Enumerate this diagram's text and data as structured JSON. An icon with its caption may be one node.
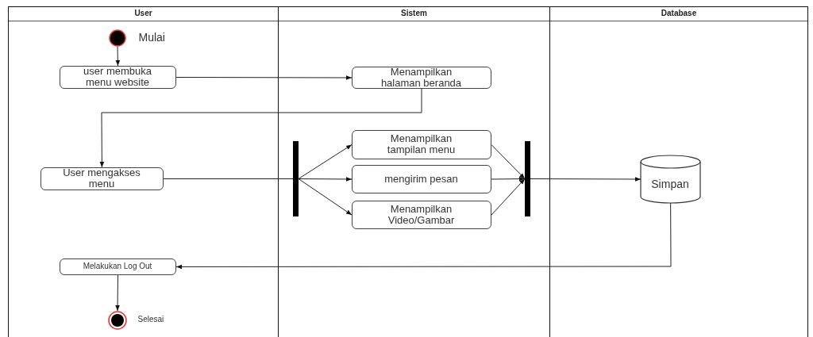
{
  "diagram": {
    "nodes": [
      {
        "text": [
          "User"
        ]
      },
      {
        "text": [
          "Sistem"
        ]
      },
      {
        "text": [
          "Database"
        ]
      },
      {
        "text": [],
        "shape": "circle",
        "in": 0,
        "beside": [
          "Mulai"
        ]
      },
      {
        "text": [
          "user membuka menu website"
        ],
        "in": 0
      },
      {
        "text": [
          "Menampilkan halaman beranda"
        ],
        "in": 1
      },
      {
        "text": [
          "User mengakses menu"
        ],
        "in": 0
      },
      {
        "text": [],
        "shape": "bar",
        "in": 1
      },
      {
        "text": [
          "Menampilkan tampilan menu"
        ],
        "in": 1
      },
      {
        "text": [
          "mengirim pesan"
        ],
        "in": 1
      },
      {
        "text": [
          "Menampilkan Video/Gambar"
        ],
        "in": 1
      },
      {
        "text": [],
        "shape": "bar",
        "in": 1
      },
      {
        "text": [
          "Simpan"
        ],
        "in": 2
      },
      {
        "text": [
          "Melakukan Log Out"
        ],
        "in": 0
      },
      {
        "text": [],
        "shape": "circle",
        "in": 0,
        "beside": [
          "Selesai"
        ]
      }
    ],
    "edges": [
      {
        "from": 3,
        "to": 4,
        "arrow": "to"
      },
      {
        "from": 4,
        "to": 5,
        "arrow": "to"
      },
      {
        "from": 5,
        "to": 6,
        "arrow": "to"
      },
      {
        "from": 6,
        "to": 7,
        "arrow": "none"
      },
      {
        "from": 7,
        "to": 8,
        "arrow": "to"
      },
      {
        "from": 7,
        "to": 9,
        "arrow": "to"
      },
      {
        "from": 7,
        "to": 10,
        "arrow": "to"
      },
      {
        "from": 8,
        "to": 11,
        "arrow": "to"
      },
      {
        "from": 9,
        "to": 11,
        "arrow": "to"
      },
      {
        "from": 10,
        "to": 11,
        "arrow": "to"
      },
      {
        "from": 11,
        "to": 12,
        "arrow": "to"
      },
      {
        "from": 12,
        "to": 13,
        "arrow": "to"
      },
      {
        "from": 13,
        "to": 14,
        "arrow": "to"
      }
    ]
  }
}
